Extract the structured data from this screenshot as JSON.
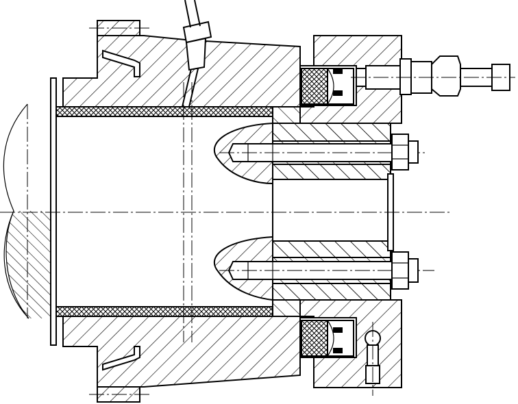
{
  "drawing": {
    "type": "mechanical-section",
    "colors": {
      "line": "#000000",
      "background": "#ffffff",
      "packing": "#000000"
    },
    "parts": [
      "shaft",
      "housing-upper",
      "housing-lower",
      "flange-ear-top",
      "flange-ear-bottom",
      "bushing-liner",
      "packing-upper",
      "packing-lower",
      "seal-ring-upper",
      "seal-ring-lower",
      "end-cap-upper",
      "end-cap-lower",
      "sleeve-upper",
      "sleeve-lower",
      "stud-bolt-upper",
      "stud-bolt-lower",
      "hex-nut-upper",
      "hex-nut-lower",
      "lube-pipe",
      "hose-fitting",
      "grease-nipple"
    ]
  }
}
